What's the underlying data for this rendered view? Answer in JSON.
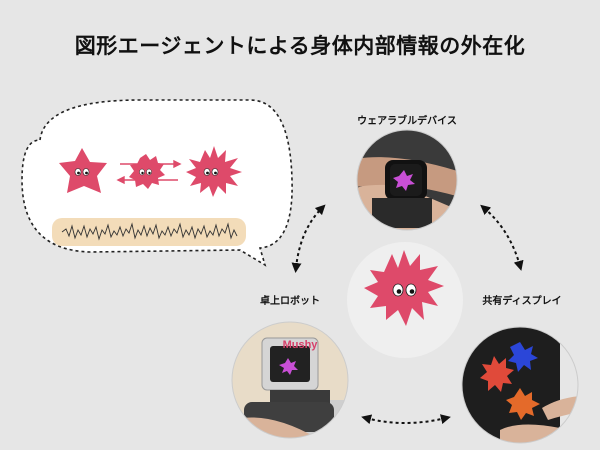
{
  "title": "図形エージェントによる身体内部情報の外在化",
  "nodes": {
    "wearable": "ウェアラブルデバイス",
    "robot": "卓上ロボット",
    "display": "共有ディスプレイ"
  },
  "center": {
    "name": "Mushy"
  },
  "colors": {
    "agent": "#de4a6a",
    "wave_bg": "#f3dcb9",
    "balloon_bg": "#ffffff",
    "background": "#e6e6e6"
  }
}
